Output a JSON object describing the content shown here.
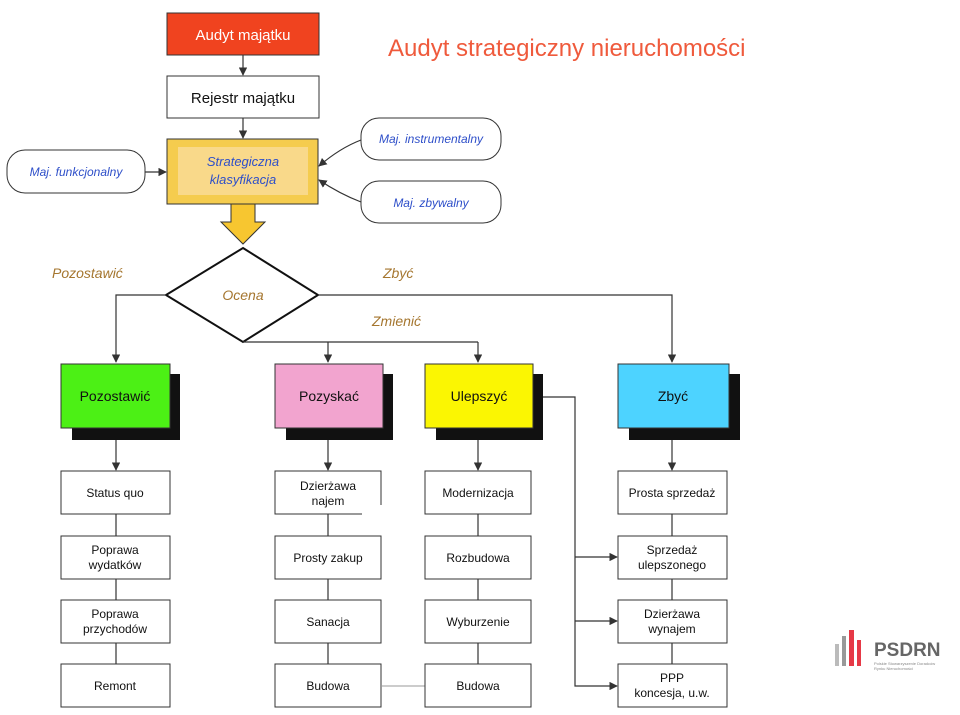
{
  "title": "Audyt strategiczny nieruchomości",
  "colors": {
    "red": "#f0431f",
    "yellow_box": "#f5cc4e",
    "yellow_arrow": "#f7c630",
    "green": "#4cf015",
    "pink": "#f2a4cf",
    "yellow": "#fbf602",
    "cyan": "#4dd3ff",
    "title": "#ef5a3c",
    "label_brown": "#a5762f",
    "blue_text": "#2e4fc9",
    "logo_red": "#e63946",
    "logo_gray": "#666666"
  },
  "nodes": {
    "audyt": "Audyt majątku",
    "rejestr": "Rejestr majątku",
    "strateg_1": "Strategiczna",
    "strateg_2": "klasyfikacja",
    "funkcjonalny": "Maj. funkcjonalny",
    "instrumentalny": "Maj. instrumentalny",
    "zbywalny": "Maj. zbywalny",
    "ocena": "Ocena"
  },
  "branch_labels": {
    "pozostawic": "Pozostawić",
    "zbyc": "Zbyć",
    "zmienic": "Zmienić"
  },
  "categories": {
    "pozostawic": "Pozostawić",
    "pozyskac": "Pozyskać",
    "ulepszyc": "Ulepszyć",
    "zbyc": "Zbyć"
  },
  "col1": {
    "status_quo": "Status quo",
    "poprawa_wyd_1": "Poprawa",
    "poprawa_wyd_2": "wydatków",
    "poprawa_prz_1": "Poprawa",
    "poprawa_prz_2": "przychodów",
    "remont": "Remont"
  },
  "col2": {
    "dzierzawa_1": "Dzierżawa",
    "dzierzawa_2": "najem",
    "prosty_zakup": "Prosty zakup",
    "sanacja": "Sanacja",
    "budowa": "Budowa"
  },
  "col3": {
    "modernizacja": "Modernizacja",
    "rozbudowa": "Rozbudowa",
    "wyburzenie": "Wyburzenie",
    "budowa": "Budowa"
  },
  "col4": {
    "prosta_sprzedaz": "Prosta sprzedaż",
    "sprzedaz_ul_1": "Sprzedaż",
    "sprzedaz_ul_2": "ulepszonego",
    "dzierzawa_1": "Dzierżawa",
    "dzierzawa_2": "wynajem",
    "ppp_1": "PPP",
    "ppp_2": "koncesja, u.w."
  },
  "logo": {
    "name": "PSDRN",
    "subtitle_1": "Polskie Stowarzyszenie Doradców",
    "subtitle_2": "Rynku Nieruchomości"
  }
}
